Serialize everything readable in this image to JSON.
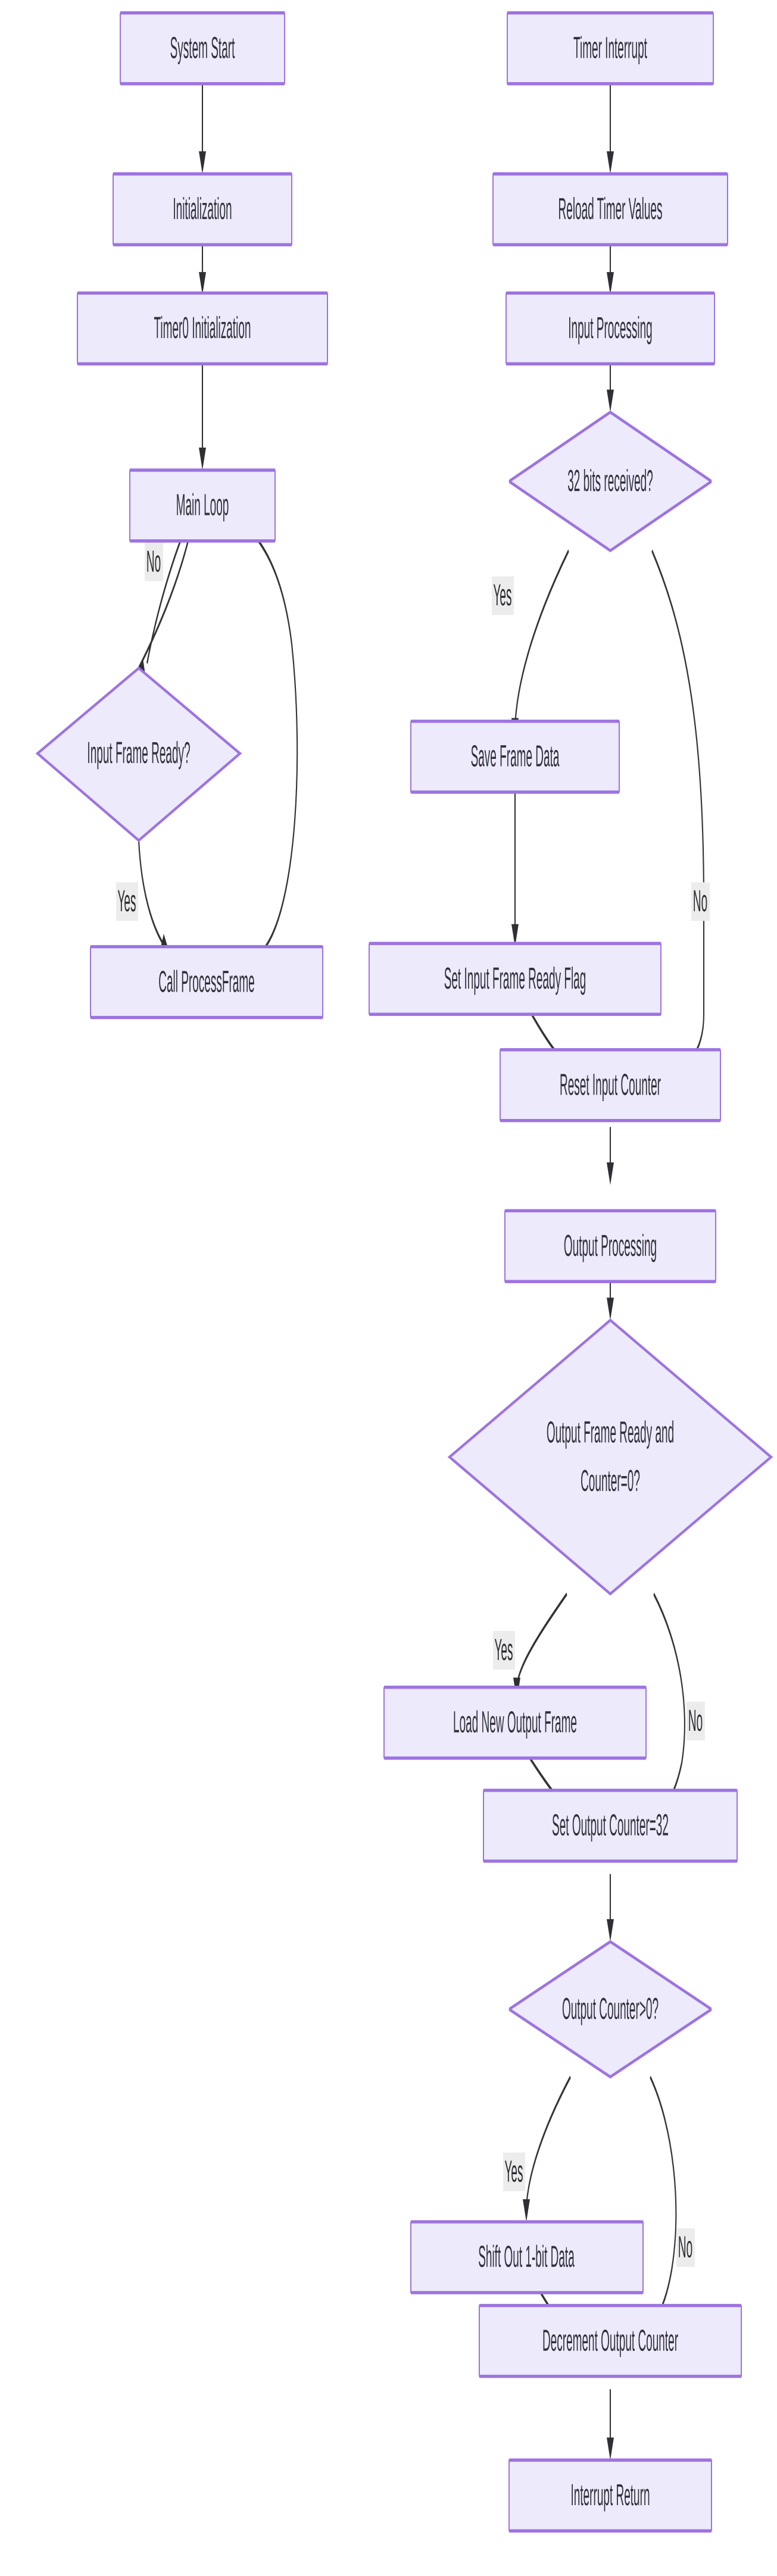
{
  "diagram": {
    "type": "flowchart",
    "orientation": "top-down",
    "theme": {
      "node_fill": "#ECEAFB",
      "node_stroke": "#9D73E0",
      "edge_stroke": "#333338",
      "label_text": "#30303a",
      "edge_label_bg": "#ececec",
      "background": "#ffffff"
    },
    "columns": [
      {
        "name": "main-program-column",
        "title": "Main Program Flow"
      },
      {
        "name": "timer-interrupt-column",
        "title": "Timer Interrupt Service Routine"
      }
    ],
    "nodes": [
      {
        "id": "system-start",
        "label": "System Start",
        "shape": "rect",
        "column": "main-program-column"
      },
      {
        "id": "initialization",
        "label": "Initialization",
        "shape": "rect",
        "column": "main-program-column"
      },
      {
        "id": "timer0-initialization",
        "label": "Timer0 Initialization",
        "shape": "rect",
        "column": "main-program-column"
      },
      {
        "id": "main-loop",
        "label": "Main Loop",
        "shape": "rect",
        "column": "main-program-column"
      },
      {
        "id": "input-frame-ready",
        "label": "Input Frame Ready?",
        "shape": "diamond",
        "column": "main-program-column"
      },
      {
        "id": "call-processframe",
        "label": "Call ProcessFrame",
        "shape": "rect",
        "column": "main-program-column"
      },
      {
        "id": "timer-interrupt",
        "label": "Timer Interrupt",
        "shape": "rect",
        "column": "timer-interrupt-column"
      },
      {
        "id": "reload-timer-values",
        "label": "Reload Timer Values",
        "shape": "rect",
        "column": "timer-interrupt-column"
      },
      {
        "id": "input-processing",
        "label": "Input Processing",
        "shape": "rect",
        "column": "timer-interrupt-column"
      },
      {
        "id": "bits-received",
        "label": "32 bits received?",
        "shape": "diamond",
        "column": "timer-interrupt-column"
      },
      {
        "id": "save-frame-data",
        "label": "Save Frame Data",
        "shape": "rect",
        "column": "timer-interrupt-column"
      },
      {
        "id": "set-input-frame-flag",
        "label": "Set Input Frame Ready Flag",
        "shape": "rect",
        "column": "timer-interrupt-column"
      },
      {
        "id": "reset-input-counter",
        "label": "Reset Input Counter",
        "shape": "rect",
        "column": "timer-interrupt-column"
      },
      {
        "id": "output-processing",
        "label": "Output Processing",
        "shape": "rect",
        "column": "timer-interrupt-column"
      },
      {
        "id": "output-frame-ready",
        "label": "Output Frame Ready and Counter=0?",
        "label_line1": "Output Frame Ready and",
        "label_line2": "Counter=0?",
        "shape": "diamond",
        "column": "timer-interrupt-column"
      },
      {
        "id": "load-new-output-frame",
        "label": "Load New Output Frame",
        "shape": "rect",
        "column": "timer-interrupt-column"
      },
      {
        "id": "set-output-counter",
        "label": "Set Output Counter=32",
        "shape": "rect",
        "column": "timer-interrupt-column"
      },
      {
        "id": "output-counter-gt-zero",
        "label": "Output Counter>0?",
        "shape": "diamond",
        "column": "timer-interrupt-column"
      },
      {
        "id": "shift-out-bit",
        "label": "Shift Out 1-bit Data",
        "shape": "rect",
        "column": "timer-interrupt-column"
      },
      {
        "id": "decrement-output-counter",
        "label": "Decrement Output Counter",
        "shape": "rect",
        "column": "timer-interrupt-column"
      },
      {
        "id": "interrupt-return",
        "label": "Interrupt Return",
        "shape": "rect",
        "column": "timer-interrupt-column"
      }
    ],
    "edges": [
      {
        "from": "system-start",
        "to": "initialization",
        "label": ""
      },
      {
        "from": "initialization",
        "to": "timer0-initialization",
        "label": ""
      },
      {
        "from": "timer0-initialization",
        "to": "main-loop",
        "label": ""
      },
      {
        "from": "main-loop",
        "to": "input-frame-ready",
        "label": ""
      },
      {
        "from": "input-frame-ready",
        "to": "main-loop",
        "label": "No"
      },
      {
        "from": "input-frame-ready",
        "to": "call-processframe",
        "label": "Yes"
      },
      {
        "from": "call-processframe",
        "to": "main-loop",
        "label": ""
      },
      {
        "from": "timer-interrupt",
        "to": "reload-timer-values",
        "label": ""
      },
      {
        "from": "reload-timer-values",
        "to": "input-processing",
        "label": ""
      },
      {
        "from": "input-processing",
        "to": "bits-received",
        "label": ""
      },
      {
        "from": "bits-received",
        "to": "save-frame-data",
        "label": "Yes"
      },
      {
        "from": "bits-received",
        "to": "reset-input-counter",
        "label": "No"
      },
      {
        "from": "save-frame-data",
        "to": "set-input-frame-flag",
        "label": ""
      },
      {
        "from": "set-input-frame-flag",
        "to": "reset-input-counter",
        "label": ""
      },
      {
        "from": "reset-input-counter",
        "to": "output-processing",
        "label": ""
      },
      {
        "from": "output-processing",
        "to": "output-frame-ready",
        "label": ""
      },
      {
        "from": "output-frame-ready",
        "to": "load-new-output-frame",
        "label": "Yes"
      },
      {
        "from": "output-frame-ready",
        "to": "set-output-counter",
        "label": "No"
      },
      {
        "from": "load-new-output-frame",
        "to": "set-output-counter",
        "label": ""
      },
      {
        "from": "set-output-counter",
        "to": "output-counter-gt-zero",
        "label": ""
      },
      {
        "from": "output-counter-gt-zero",
        "to": "shift-out-bit",
        "label": "Yes"
      },
      {
        "from": "output-counter-gt-zero",
        "to": "decrement-output-counter",
        "label": "No"
      },
      {
        "from": "shift-out-bit",
        "to": "decrement-output-counter",
        "label": ""
      },
      {
        "from": "decrement-output-counter",
        "to": "interrupt-return",
        "label": ""
      }
    ]
  }
}
